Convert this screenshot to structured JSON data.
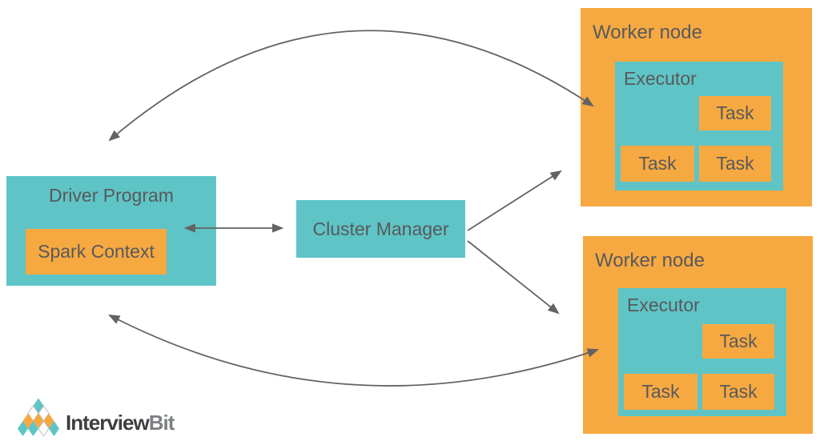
{
  "colors": {
    "teal": "#5fc4c6",
    "orange": "#f6a941",
    "text": "#58595b",
    "arrow": "#636363",
    "diamond_outline": "#b9bcbe",
    "logo_dark": "#3d3e40",
    "logo_gray": "#7d8083"
  },
  "diagram": {
    "driver": {
      "label": "Driver Program",
      "spark_context_label": "Spark Context"
    },
    "cluster_manager": {
      "label": "Cluster Manager"
    },
    "workers": [
      {
        "label": "Worker node",
        "executor": {
          "label": "Executor",
          "tasks": [
            "Task",
            "Task",
            "Task"
          ]
        }
      },
      {
        "label": "Worker node",
        "executor": {
          "label": "Executor",
          "tasks": [
            "Task",
            "Task",
            "Task"
          ]
        }
      }
    ],
    "edges": [
      {
        "from": "driver-program",
        "to": "worker-node-1",
        "bidirectional": true,
        "style": "curved"
      },
      {
        "from": "driver-program",
        "to": "cluster-manager",
        "bidirectional": true,
        "style": "straight"
      },
      {
        "from": "cluster-manager",
        "to": "worker-node-1",
        "bidirectional": false,
        "style": "straight"
      },
      {
        "from": "cluster-manager",
        "to": "worker-node-2",
        "bidirectional": false,
        "style": "straight"
      },
      {
        "from": "worker-node-2",
        "to": "driver-program",
        "bidirectional": true,
        "style": "curved"
      }
    ]
  },
  "logo": {
    "text_primary": "Interview",
    "text_secondary": "Bit",
    "diamond_rows": [
      [
        "teal"
      ],
      [
        "white",
        "white"
      ],
      [
        "orange",
        "orange",
        "orange"
      ],
      [
        "teal",
        "teal",
        "white",
        "teal"
      ]
    ]
  }
}
